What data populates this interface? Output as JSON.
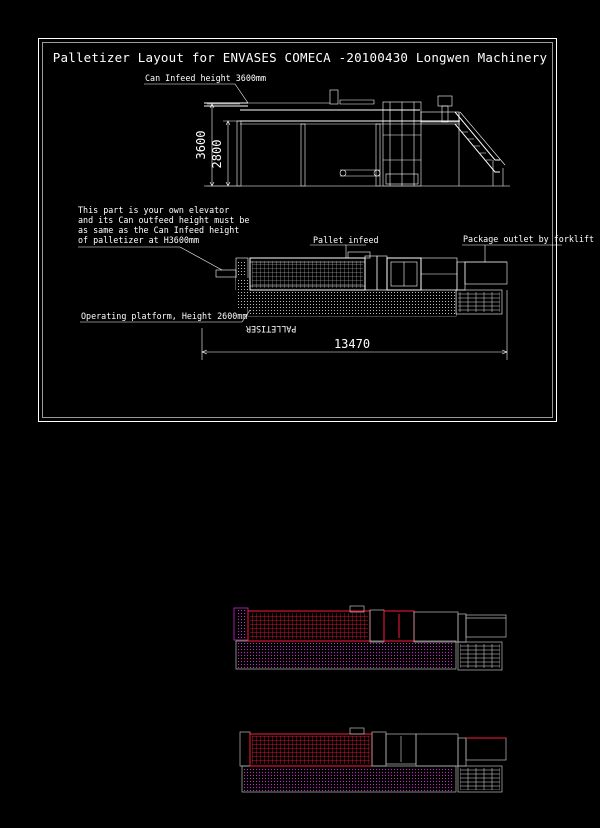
{
  "title": "Palletizer Layout for ENVASES COMECA -20100430 Longwen Machinery",
  "labels": {
    "can_infeed_height": "Can Infeed height 3600mm",
    "pallet_infeed": "Pallet infeed",
    "package_outlet": "Package outlet by forklift",
    "operating_platform": "Operating platform, Height 2600mm",
    "palletiser": "PALLETISER",
    "elevator_note": [
      "This part is your own elevator",
      "and its Can outfeed height must be",
      "as same as the Can Infeed height",
      "of palletizer at H3600mm"
    ]
  },
  "dimensions": {
    "height_total": "3600",
    "height_platform": "2800",
    "length_total": "13470"
  },
  "colors": {
    "background": "#000000",
    "line": "#ffffff",
    "highlight": "#ff1a3c",
    "hatch": "#c030c0"
  }
}
